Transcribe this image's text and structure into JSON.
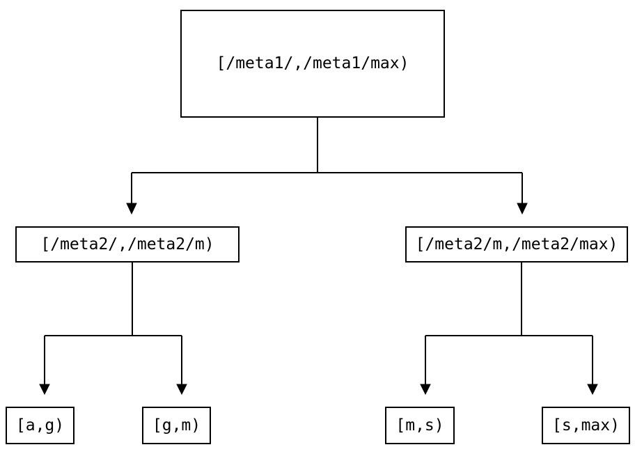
{
  "diagram": {
    "type": "interval-partition-tree",
    "colors": {
      "background": "#ffffff",
      "line": "#000000",
      "node_border": "#000000",
      "node_fill": "#ffffff",
      "text": "#000000"
    },
    "tree": {
      "root": {
        "label": "[/meta1/,/meta1/max)",
        "children": [
          {
            "label": "[/meta2/,/meta2/m)",
            "children": [
              {
                "label": "[a,g)"
              },
              {
                "label": "[g,m)"
              }
            ]
          },
          {
            "label": "[/meta2/m,/meta2/max)",
            "children": [
              {
                "label": "[m,s)"
              },
              {
                "label": "[s,max)"
              }
            ]
          }
        ]
      }
    }
  }
}
